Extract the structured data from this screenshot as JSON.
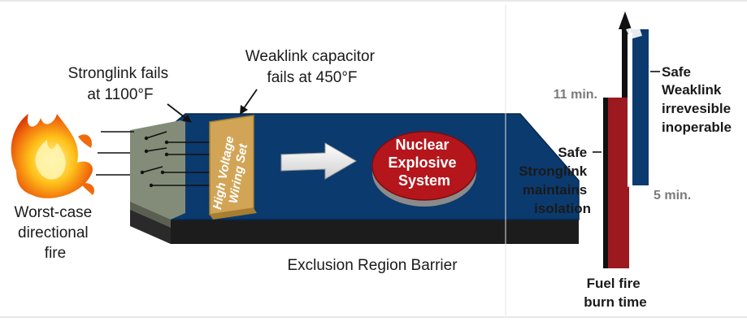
{
  "left": {
    "stronglink_label": [
      "Stronglink fails",
      "at 1100°F"
    ],
    "weaklink_label": [
      "Weaklink capacitor",
      "fails at 450°F"
    ],
    "fire_label": [
      "Worst-case",
      "directional",
      "fire"
    ],
    "hv_label": [
      "High Voltage",
      "Wiring Set"
    ],
    "nuclear_label": [
      "Nuclear",
      "Explosive",
      "System"
    ],
    "barrier_label": "Exclusion Region Barrier"
  },
  "right": {
    "label_11": "11 min.",
    "label_5": "5 min.",
    "weaklink_safe": [
      "Safe",
      "Weaklink",
      "irrevesible",
      "inoperable"
    ],
    "stronglink_safe": [
      "Safe",
      "Stronglink",
      "maintains",
      "isolation"
    ],
    "fuel_label": [
      "Fuel fire",
      "burn time"
    ]
  },
  "colors": {
    "navy": "#0b3a6e",
    "tan": "#d2a556",
    "gray_box": "#838c78",
    "red": "#9c1a1f",
    "nuclear": "#b4161c"
  }
}
